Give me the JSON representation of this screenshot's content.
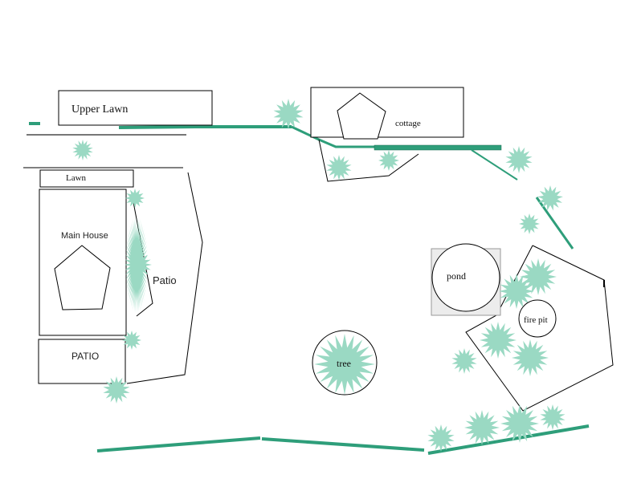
{
  "labels": {
    "upper_lawn": "Upper Lawn",
    "lawn": "Lawn",
    "main_house": "Main House",
    "patio_side": "Patio",
    "patio_lower": "PATIO",
    "cottage": "cottage",
    "pond": "pond",
    "fire_pit": "fire pit",
    "tree": "tree"
  },
  "colors": {
    "hedge": "#2e9e7a",
    "shrub": "#9ad9c3",
    "pond_area": "#ececec",
    "outline": "#000000"
  },
  "icons": {
    "shrub": "star-burst-shrub-icon",
    "building": "pentagon-building-icon"
  }
}
